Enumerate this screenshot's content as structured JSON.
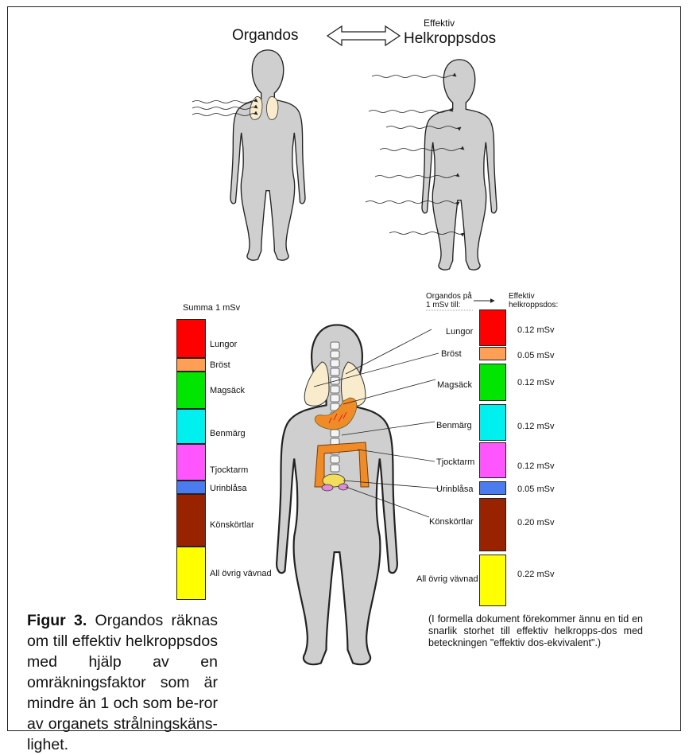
{
  "header": {
    "organ_dose": "Organdos",
    "effective_small": "Effektiv",
    "effective_big": "Helkroppsdos"
  },
  "left_scale": {
    "title": "Summa 1 mSv",
    "items": [
      {
        "label": "Lungor",
        "color": "#ff0000"
      },
      {
        "label": "Bröst",
        "color": "#ff9e55"
      },
      {
        "label": "Magsäck",
        "color": "#00e600"
      },
      {
        "label": "Benmärg",
        "color": "#00f0f0"
      },
      {
        "label": "Tjocktarm",
        "color": "#ff55ff"
      },
      {
        "label": "Urinblåsa",
        "color": "#4a7cf0"
      },
      {
        "label": "Könskörtlar",
        "color": "#992200"
      },
      {
        "label": "All övrig vävnad",
        "color": "#ffff00"
      }
    ]
  },
  "right_scale": {
    "header_left": "Organdos på 1 mSv till:",
    "header_right": "Effektiv helkroppsdos:",
    "items": [
      {
        "organ": "Lungor",
        "value": "0.12 mSv",
        "color": "#ff0000"
      },
      {
        "organ": "Bröst",
        "value": "0.05 mSv",
        "color": "#ff9e55"
      },
      {
        "organ": "Magsäck",
        "value": "0.12 mSv",
        "color": "#00e600"
      },
      {
        "organ": "Benmärg",
        "value": "0.12 mSv",
        "color": "#00f0f0"
      },
      {
        "organ": "Tjocktarm",
        "value": "0.12 mSv",
        "color": "#ff55ff"
      },
      {
        "organ": "Urinblåsa",
        "value": "0.05 mSv",
        "color": "#4a7cf0"
      },
      {
        "organ": "Könskörtlar",
        "value": "0.20 mSv",
        "color": "#992200"
      },
      {
        "organ": "All övrig vävnad",
        "value": "0.22 mSv",
        "color": "#ffff00"
      }
    ]
  },
  "caption": {
    "label": "Figur 3.",
    "text": " Organdos räknas om till effektiv helkroppsdos med hjälp av en omräkningsfaktor som är mindre än 1 och som be-ror av organets strålningskäns-lighet."
  },
  "note": "(I formella dokument förekommer ännu en tid en snarlik storhet till effektiv helkropps-dos med beteckningen \"effektiv dos-ekvivalent\".)",
  "colors": {
    "body_fill": "#cfcfcf",
    "body_stroke": "#222222"
  }
}
